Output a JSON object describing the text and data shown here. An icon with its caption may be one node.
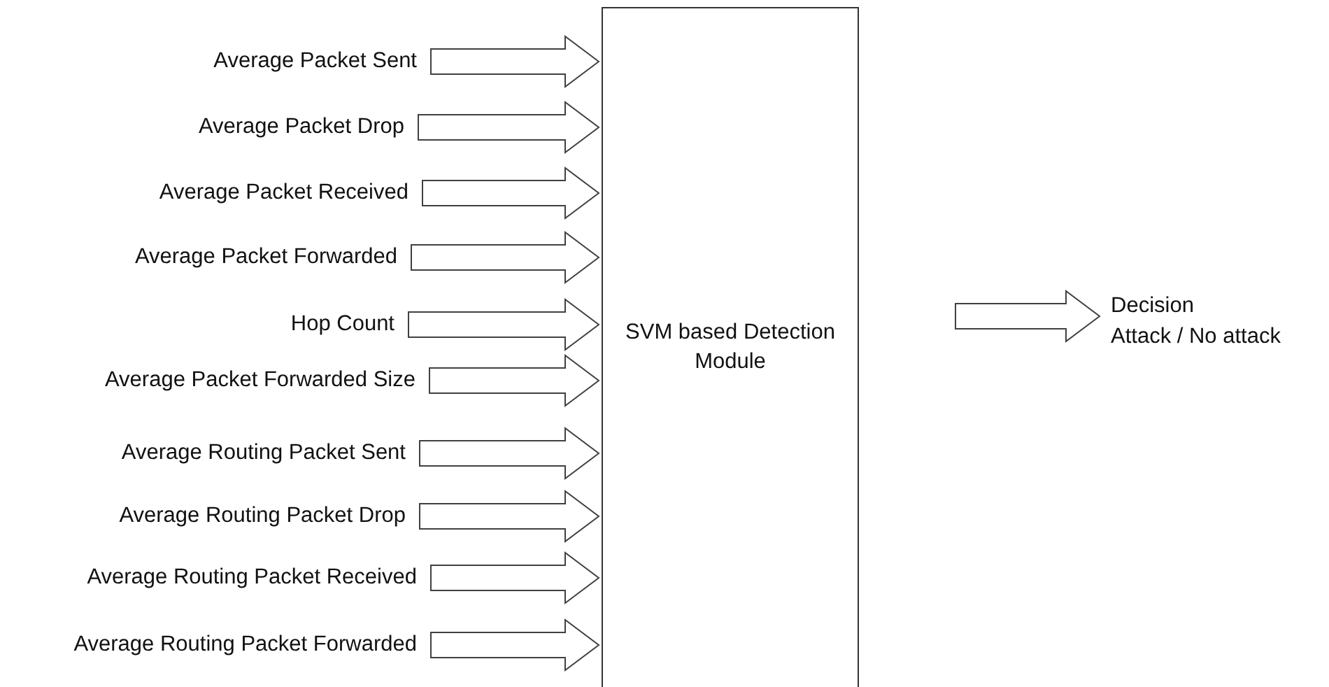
{
  "diagram": {
    "nodes": [
      {
        "text": [
          "Average Packet Sent"
        ]
      },
      {
        "text": [
          "Average Packet Drop"
        ]
      },
      {
        "text": [
          "Average Packet Received"
        ]
      },
      {
        "text": [
          "Average Packet Forwarded"
        ]
      },
      {
        "text": [
          "Hop Count"
        ]
      },
      {
        "text": [
          "Average Packet Forwarded Size"
        ]
      },
      {
        "text": [
          "Average Routing Packet Sent"
        ]
      },
      {
        "text": [
          "Average Routing Packet Drop"
        ]
      },
      {
        "text": [
          "Average Routing Packet Received"
        ]
      },
      {
        "text": [
          "Average Routing Packet Forwarded"
        ]
      },
      {
        "text": [
          "SVM based Detection Module"
        ]
      },
      {
        "text": [
          "Decision",
          "Attack / No attack"
        ]
      }
    ],
    "edges": [
      {
        "from": 0,
        "to": 10,
        "arrow": "to"
      },
      {
        "from": 1,
        "to": 10,
        "arrow": "to"
      },
      {
        "from": 2,
        "to": 10,
        "arrow": "to"
      },
      {
        "from": 3,
        "to": 10,
        "arrow": "to"
      },
      {
        "from": 4,
        "to": 10,
        "arrow": "to"
      },
      {
        "from": 5,
        "to": 10,
        "arrow": "to"
      },
      {
        "from": 6,
        "to": 10,
        "arrow": "to"
      },
      {
        "from": 7,
        "to": 10,
        "arrow": "to"
      },
      {
        "from": 8,
        "to": 10,
        "arrow": "to"
      },
      {
        "from": 9,
        "to": 10,
        "arrow": "to"
      },
      {
        "from": 10,
        "to": 11,
        "arrow": "to"
      }
    ]
  }
}
